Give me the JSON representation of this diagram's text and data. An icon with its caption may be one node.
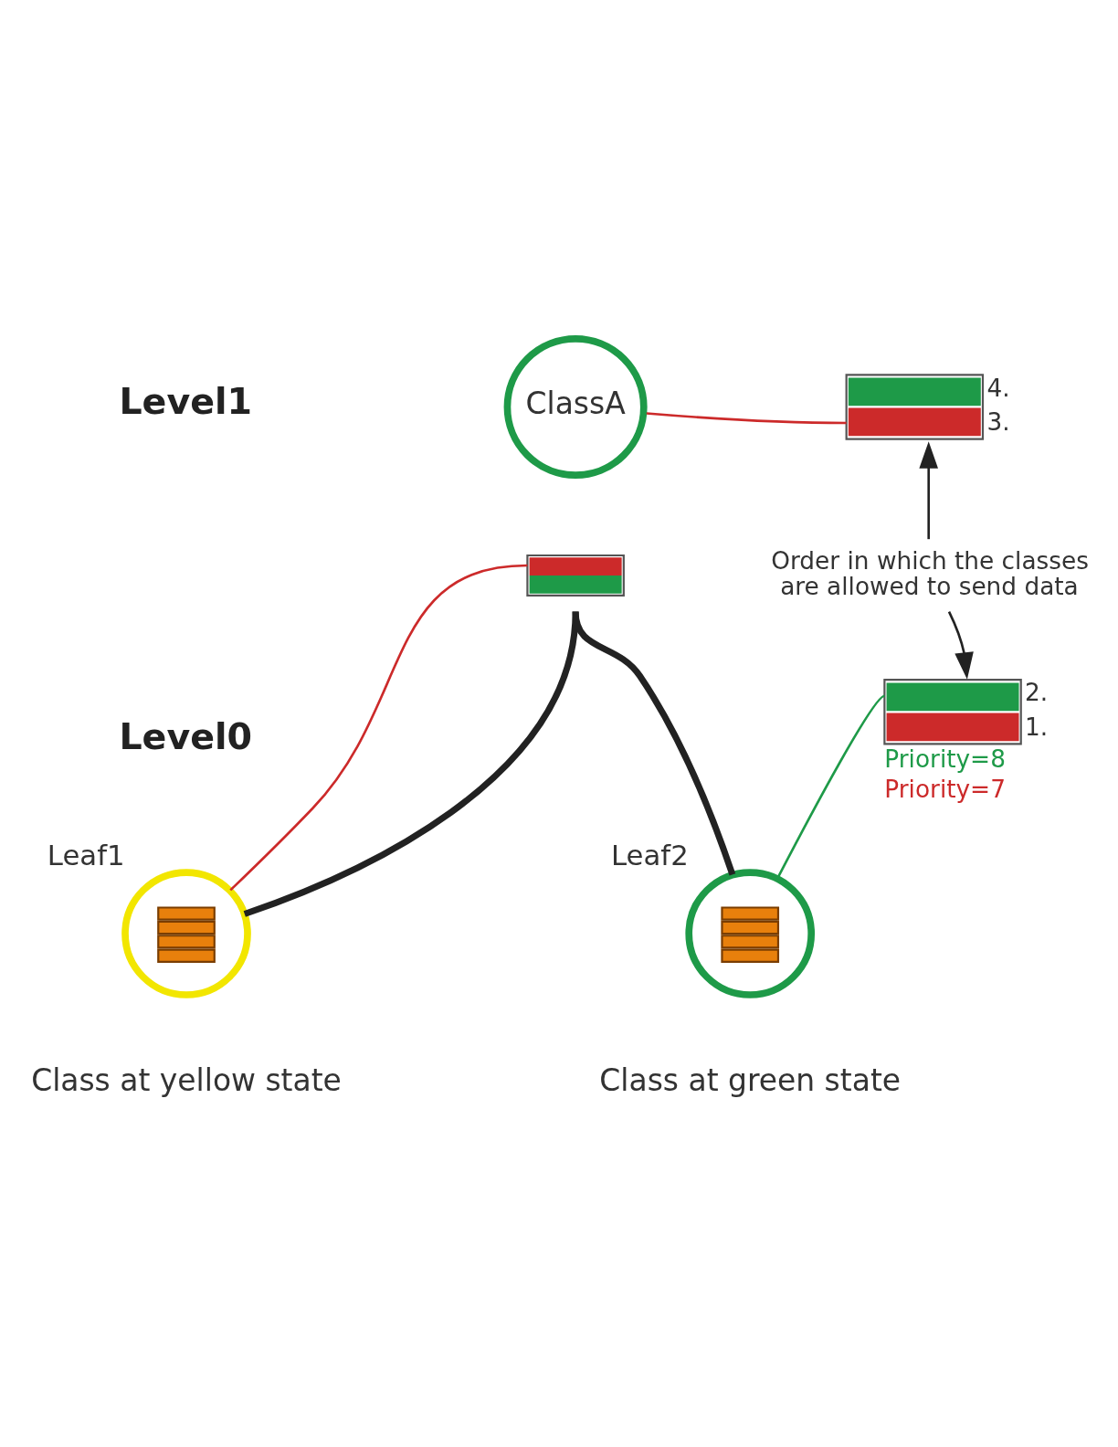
{
  "diagram": {
    "nodes": [
      {
        "text": [],
        "shape": "bar",
        "beside": [
          "4.",
          "3."
        ]
      },
      {
        "text": [
          "ClassA"
        ]
      },
      {
        "text": [],
        "shape": "bar"
      },
      {
        "text": [
          "Order in which the classes are allowed to send data"
        ]
      },
      {
        "text": [],
        "shape": "bar",
        "beside": [
          "2.",
          "1.",
          "Priority=8",
          "Priority=7"
        ]
      },
      {
        "text": [
          "Leaf1"
        ],
        "beside": [
          "Class at yellow state"
        ]
      },
      {
        "text": [
          "Leaf2"
        ],
        "beside": [
          "Class at green state"
        ]
      }
    ],
    "edges": [
      {
        "from": 1,
        "to": 0,
        "arrow": "none",
        "color": "#cc2a2a"
      },
      {
        "from": 2,
        "to": 5,
        "arrow": "none",
        "color": "#cc2a2a"
      },
      {
        "from": 2,
        "to": 5,
        "arrow": "none",
        "style": "thick"
      },
      {
        "from": 2,
        "to": 6,
        "arrow": "none",
        "style": "thick"
      },
      {
        "from": 6,
        "to": 4,
        "arrow": "none",
        "color": "#1e9a48"
      },
      {
        "from": 3,
        "to": 0,
        "arrow": "to"
      },
      {
        "from": 3,
        "to": 4,
        "arrow": "to"
      }
    ],
    "labels": [
      "Level1",
      "Level0"
    ]
  }
}
